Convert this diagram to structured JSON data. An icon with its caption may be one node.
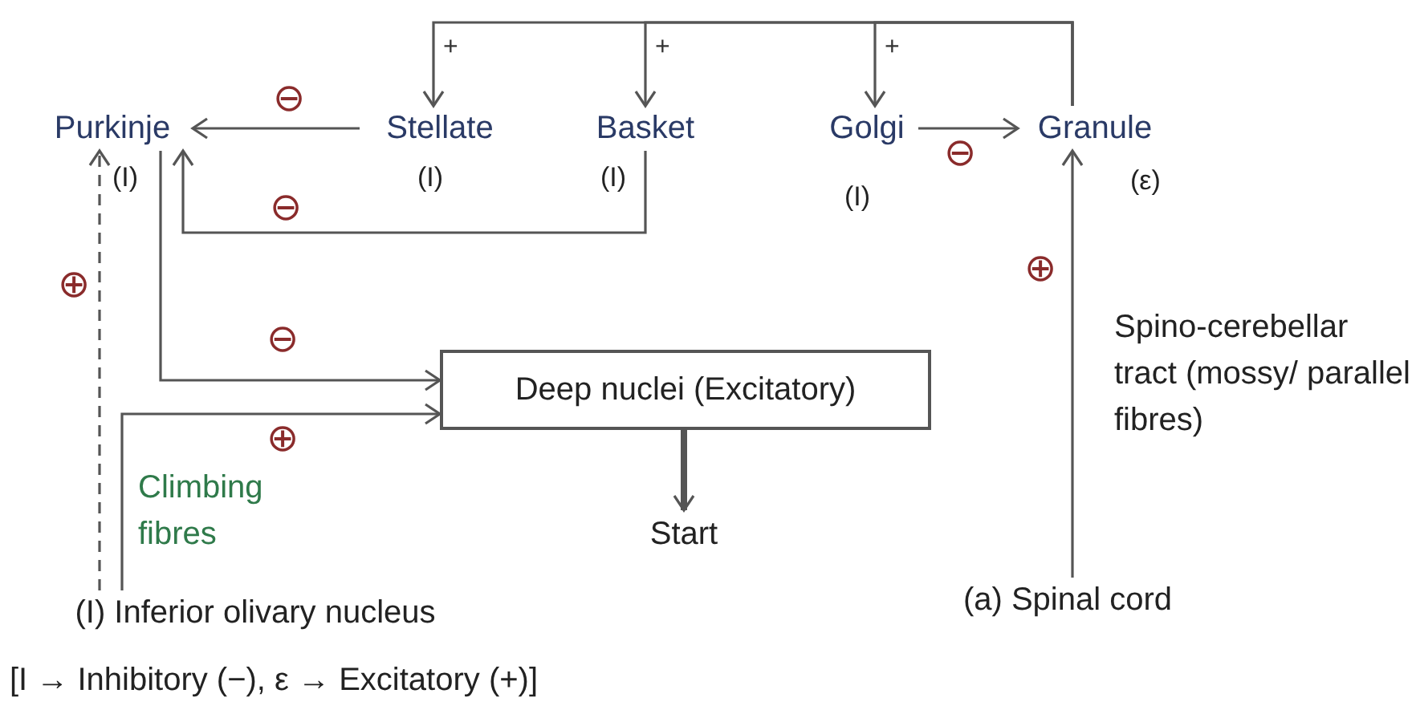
{
  "diagram": {
    "nodes": [
      {
        "text": [
          "Purkinje"
        ],
        "beside": [
          "(I)"
        ]
      },
      {
        "text": [
          "Stellate"
        ],
        "beside": [
          "(I)"
        ]
      },
      {
        "text": [
          "Basket"
        ],
        "beside": [
          "(I)"
        ]
      },
      {
        "text": [
          "Golgi"
        ],
        "beside": [
          "(I)"
        ]
      },
      {
        "text": [
          "Granule"
        ],
        "beside": [
          "(ε)"
        ]
      },
      {
        "text": [
          "Deep nuclei (Excitatory)"
        ]
      },
      {
        "text": [
          "Start"
        ]
      },
      {
        "text": [
          "(I) Inferior olivary nucleus"
        ]
      },
      {
        "text": [
          "(a) Spinal cord"
        ]
      }
    ],
    "edges": [
      {
        "from": 1,
        "to": 0,
        "arrow": "to",
        "label": "⊖"
      },
      {
        "from": 2,
        "to": 0,
        "arrow": "to",
        "label": "⊖"
      },
      {
        "from": 3,
        "to": 4,
        "arrow": "to",
        "label": "⊖"
      },
      {
        "from": 4,
        "to": 1,
        "arrow": "to",
        "label": "+"
      },
      {
        "from": 4,
        "to": 2,
        "arrow": "to",
        "label": "+"
      },
      {
        "from": 4,
        "to": 3,
        "arrow": "to",
        "label": "+"
      },
      {
        "from": 0,
        "to": 5,
        "arrow": "to",
        "label": "⊖"
      },
      {
        "from": 7,
        "to": 5,
        "arrow": "to",
        "label": "⊕"
      },
      {
        "from": 7,
        "to": 0,
        "arrow": "to",
        "label": "⊕",
        "style": "dashed"
      },
      {
        "from": 5,
        "to": 6,
        "arrow": "to",
        "style": "thick"
      },
      {
        "from": 8,
        "to": 4,
        "arrow": "to",
        "label": "⊕"
      }
    ],
    "labels": [
      "Climbing fibres",
      "Spino-cerebellar tract (mossy/ parallel fibres)",
      "[I → Inhibitory (−), ε → Excitatory (+)]"
    ]
  }
}
